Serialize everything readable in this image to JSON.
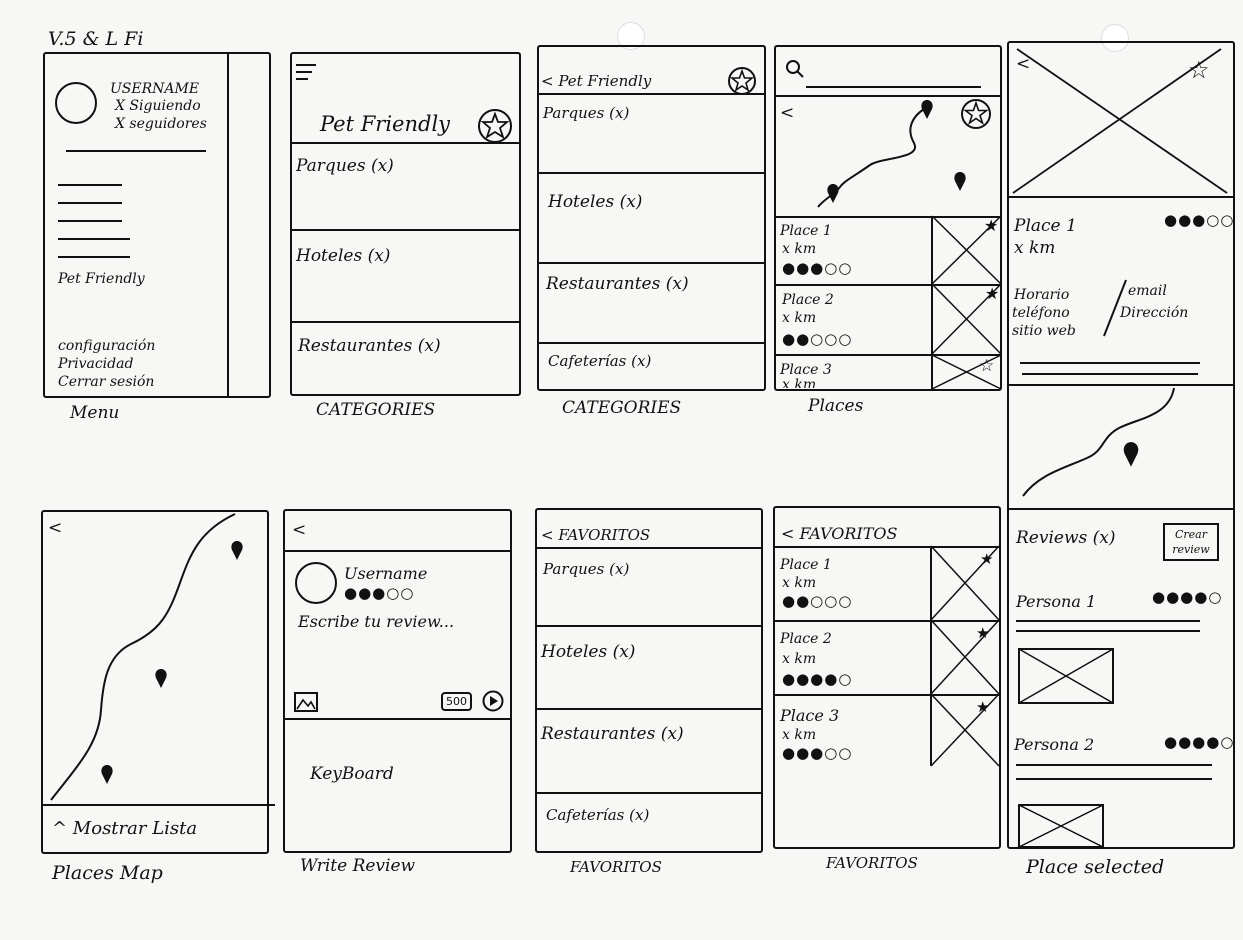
{
  "sheet": {
    "title": "V.5 & L Fi"
  },
  "menu": {
    "caption": "Menu",
    "username": "USERNAME",
    "siguiendo": "X Siguiendo",
    "seguidores": "X seguidores",
    "pet_friendly": "Pet Friendly",
    "footer": [
      "configuración",
      "Privacidad",
      "Cerrar sesión"
    ]
  },
  "categories1": {
    "caption": "CATEGORIES",
    "title": "Pet Friendly",
    "items": [
      "Parques (x)",
      "Hoteles (x)",
      "Restaurantes (x)"
    ]
  },
  "categories2": {
    "caption": "CATEGORIES",
    "back_title": "< Pet Friendly",
    "items": [
      "Parques (x)",
      "Hoteles (x)",
      "Restaurantes (x)",
      "Cafeterías (x)"
    ]
  },
  "places": {
    "caption": "Places",
    "back": "<",
    "rows": [
      {
        "name": "Place 1",
        "dist": "x km",
        "rating": "●●●○○"
      },
      {
        "name": "Place 2",
        "dist": "x km",
        "rating": "●●○○○"
      },
      {
        "name": "Place 3",
        "dist": "x km",
        "rating": ""
      }
    ]
  },
  "place_selected": {
    "caption": "Place selected",
    "back": "<",
    "name": "Place 1",
    "dist": "x km",
    "rating": "●●●○○",
    "info_left": [
      "Horario",
      "teléfono",
      "sitio web"
    ],
    "info_right": [
      "email",
      "Dirección"
    ],
    "reviews": "Reviews (x)",
    "create_review": [
      "Crear",
      "review"
    ],
    "persona1": "Persona 1",
    "persona1_rating": "●●●●○",
    "persona2": "Persona 2",
    "persona2_rating": "●●●●○"
  },
  "places_map": {
    "caption": "Places Map",
    "back": "<",
    "show_list": "^ Mostrar Lista"
  },
  "write_review": {
    "caption": "Write Review",
    "back": "<",
    "username": "Username",
    "rating": "●●●○○",
    "prompt": "Escribe tu review...",
    "counter": "500",
    "keyboard": "KeyBoard"
  },
  "favoritos1": {
    "caption": "FAVORITOS",
    "back_title": "< FAVORITOS",
    "items": [
      "Parques (x)",
      "Hoteles (x)",
      "Restaurantes (x)",
      "Cafeterías (x)"
    ]
  },
  "favoritos2": {
    "caption": "FAVORITOS",
    "back_title": "< FAVORITOS",
    "rows": [
      {
        "name": "Place 1",
        "dist": "x km",
        "rating": "●●○○○"
      },
      {
        "name": "Place 2",
        "dist": "x km",
        "rating": "●●●●○"
      },
      {
        "name": "Place 3",
        "dist": "x km",
        "rating": "●●●○○"
      }
    ]
  }
}
